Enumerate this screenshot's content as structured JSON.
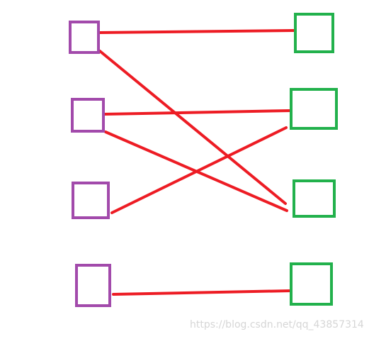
{
  "diagram": {
    "colors": {
      "left_box": "#a24aab",
      "right_box": "#22b14c",
      "edge": "#ed1c24",
      "watermark": "#d6d6d6"
    },
    "left_nodes": [
      "L1",
      "L2",
      "L3",
      "L4"
    ],
    "right_nodes": [
      "R1",
      "R2",
      "R3",
      "R4"
    ],
    "edges": [
      {
        "from": "L1",
        "to": "R1"
      },
      {
        "from": "L1",
        "to": "R3"
      },
      {
        "from": "L2",
        "to": "R2"
      },
      {
        "from": "L2",
        "to": "R3"
      },
      {
        "from": "L3",
        "to": "R2"
      },
      {
        "from": "L4",
        "to": "R4"
      }
    ]
  },
  "watermark": "https://blog.csdn.net/qq_43857314"
}
